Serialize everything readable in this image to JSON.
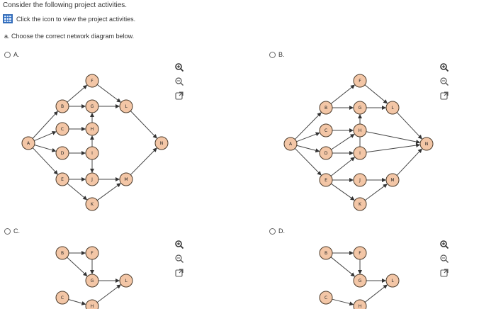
{
  "question": {
    "title": "Consider the following project activities.",
    "icon_link_label": "Click the icon to view the project activities.",
    "part_a": "a. Choose the correct network diagram below."
  },
  "options": [
    {
      "id": "A",
      "label": "A."
    },
    {
      "id": "B",
      "label": "B."
    },
    {
      "id": "C",
      "label": "C."
    },
    {
      "id": "D",
      "label": "D."
    }
  ],
  "colors": {
    "node_fill": "#f3c6a6",
    "text": "#333333",
    "icon_blue": "#2d6cc0"
  },
  "icons": [
    "zoom-in-icon",
    "zoom-out-icon",
    "open-external-icon"
  ],
  "node_labels": {
    "A": "A",
    "B": "B",
    "C": "C",
    "D": "D",
    "E": "E",
    "F": "F",
    "G": "G",
    "H": "H",
    "I": "I",
    "J": "J",
    "K": "K",
    "L": "L",
    "M": "M",
    "N": "N"
  }
}
